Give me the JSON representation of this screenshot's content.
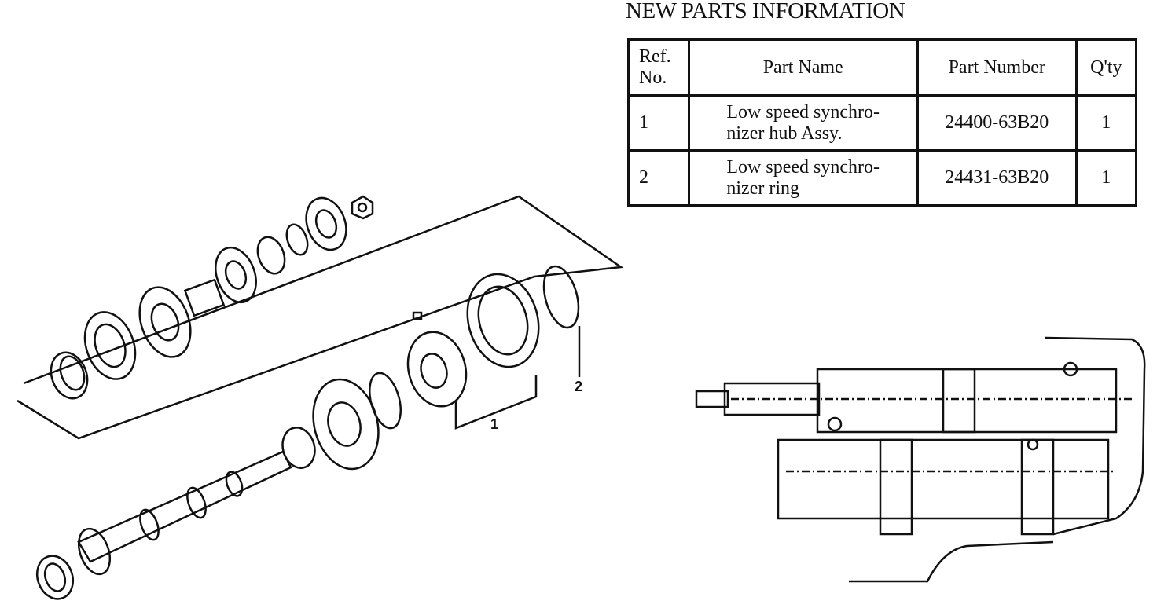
{
  "heading": "NEW PARTS INFORMATION",
  "table": {
    "headers": {
      "ref_line1": "Ref.",
      "ref_line2": "No.",
      "part_name": "Part Name",
      "part_number": "Part Number",
      "qty": "Q'ty"
    },
    "rows": [
      {
        "ref": "1",
        "name_line1": "Low speed synchro-",
        "name_line2": "nizer hub Assy.",
        "part_number": "24400-63B20",
        "qty": "1"
      },
      {
        "ref": "2",
        "name_line1": "Low speed synchro-",
        "name_line2": "nizer  ring",
        "part_number": "24431-63B20",
        "qty": "1"
      }
    ]
  },
  "diagram": {
    "callout_1": "1",
    "callout_2": "2"
  }
}
